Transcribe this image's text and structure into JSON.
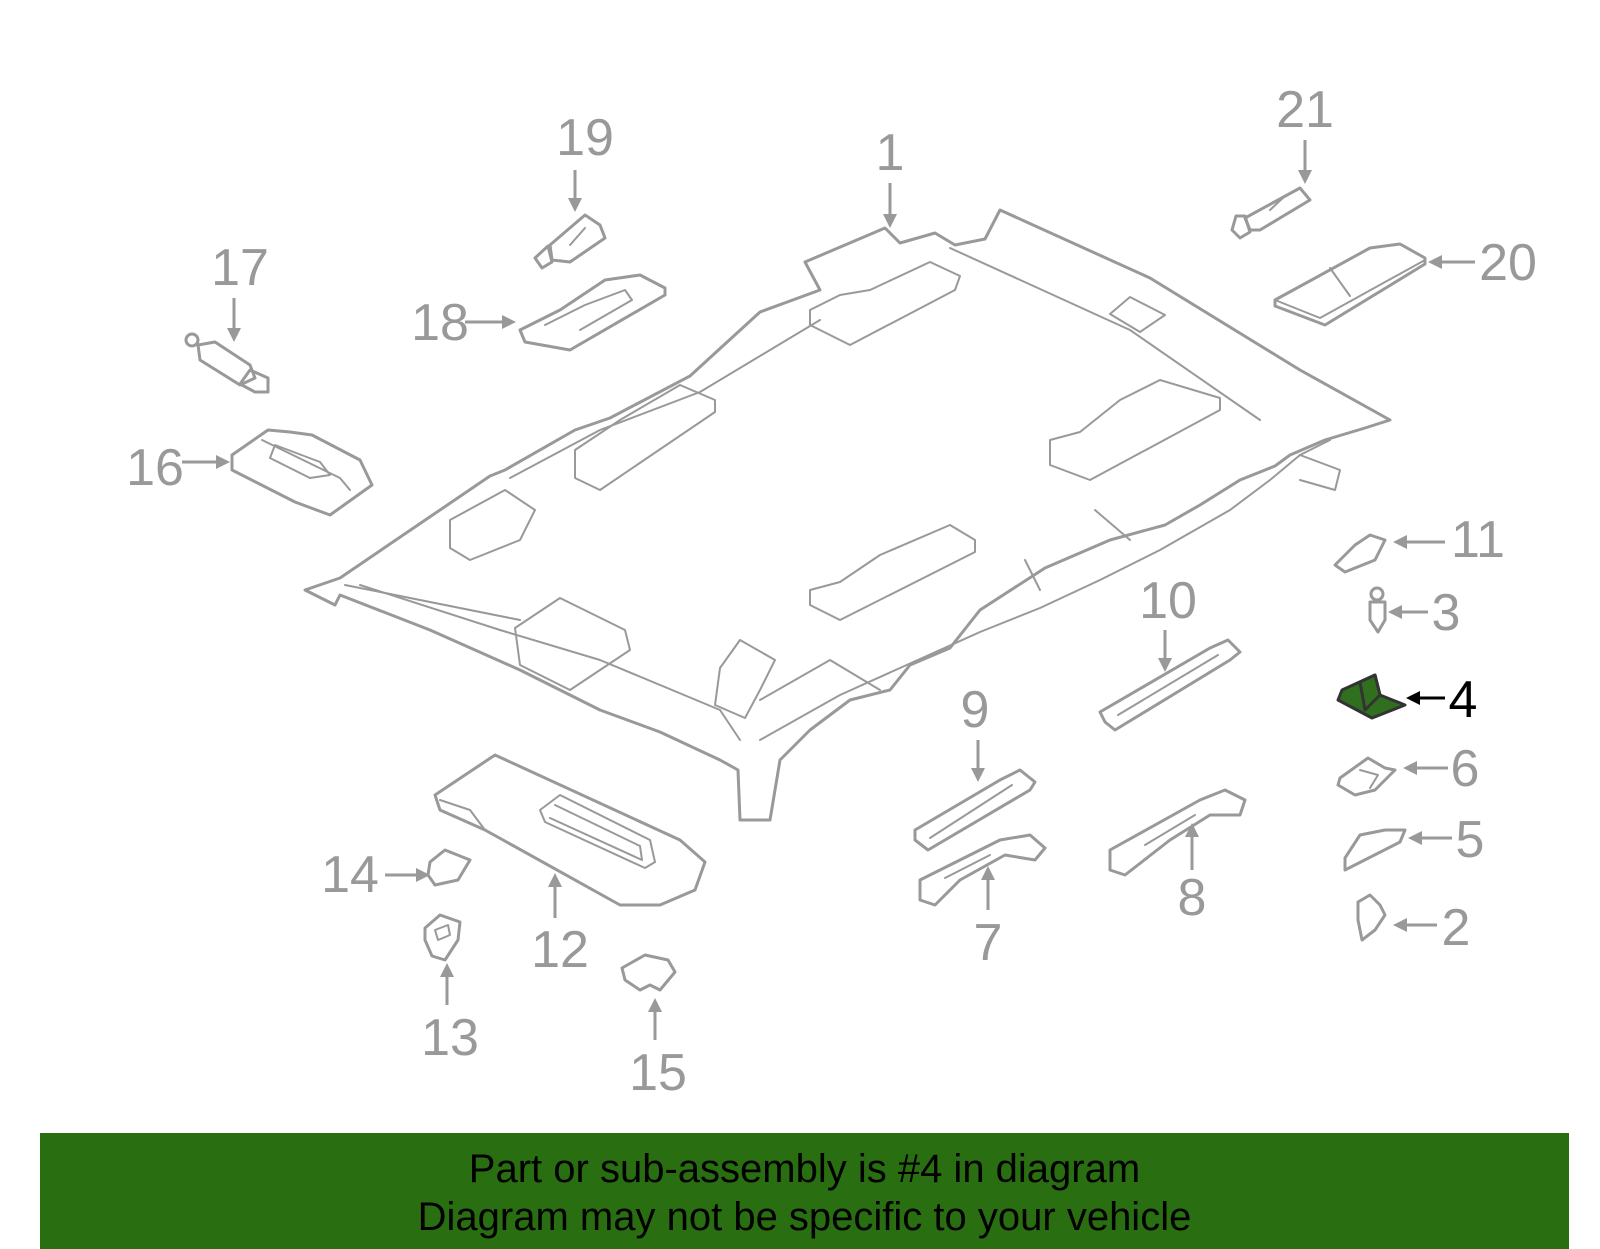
{
  "highlight_color": "#2a6e12",
  "highlighted_part": "4",
  "callouts": {
    "c1": "1",
    "c2": "2",
    "c3": "3",
    "c4": "4",
    "c5": "5",
    "c6": "6",
    "c7": "7",
    "c8": "8",
    "c9": "9",
    "c10": "10",
    "c11": "11",
    "c12": "12",
    "c13": "13",
    "c14": "14",
    "c15": "15",
    "c16": "16",
    "c17": "17",
    "c18": "18",
    "c19": "19",
    "c20": "20",
    "c21": "21"
  },
  "banner": {
    "line1": "Part or sub-assembly is #4 in diagram",
    "line2": "Diagram may not be specific to your vehicle"
  }
}
